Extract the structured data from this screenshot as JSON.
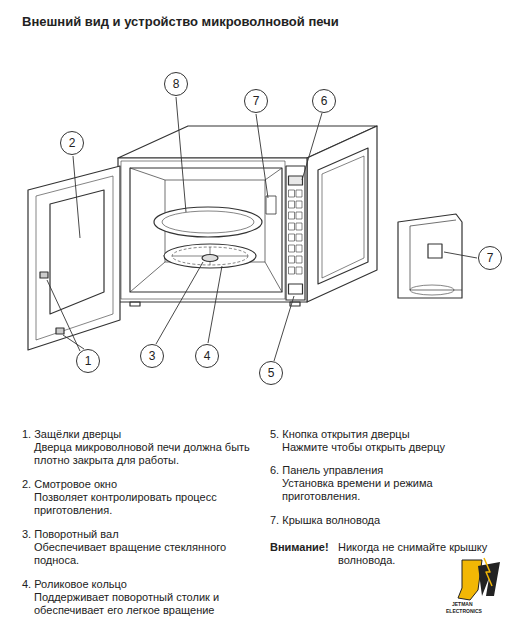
{
  "diagram": {
    "title": "Внешний вид и устройство микроволновой печи",
    "nodes": [
      {
        "text": [
          "8"
        ]
      },
      {
        "text": [
          "7"
        ]
      },
      {
        "text": [
          "6"
        ]
      },
      {
        "text": [
          "2"
        ]
      },
      {
        "text": [
          "1"
        ]
      },
      {
        "text": [
          "3"
        ]
      },
      {
        "text": [
          "4"
        ]
      },
      {
        "text": [
          "5"
        ]
      },
      {
        "text": [
          "7"
        ]
      }
    ],
    "labels": [
      "1. Защёлки дверцы",
      "Дверца микроволновой печи должна быть плотно закрыта для работы.",
      "2. Смотровое окно",
      "Позволяет контролировать процесс приготовления.",
      "3. Поворотный вал",
      "Обеспечивает вращение стеклянного подноса.",
      "4. Роликовое кольцо",
      "Поддерживает поворотный столик и обеспечивает его легкое вращение",
      "5. Кнопка открытия дверцы",
      "Нажмите чтобы открыть дверцу",
      "6. Панель управления",
      "Установка времени и режима приготовления.",
      "7. Крышка волновода",
      "Внимание!",
      "Никогда не снимайте крышку волновода.",
      "JETMAN",
      "ELECTRONICS"
    ]
  }
}
